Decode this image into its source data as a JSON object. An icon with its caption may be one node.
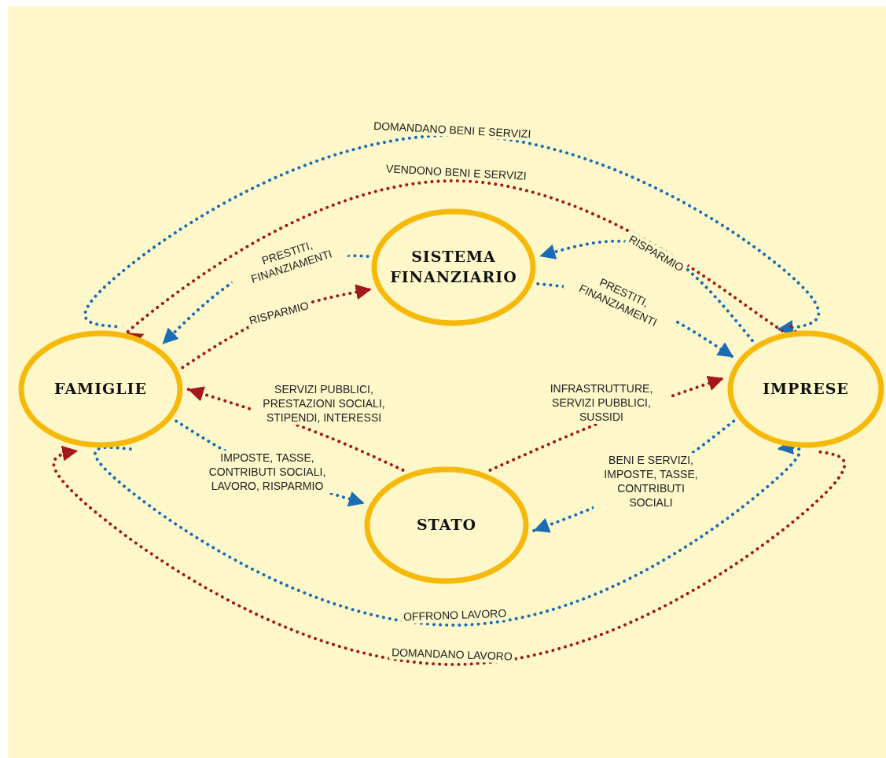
{
  "diagram": {
    "nodes": [
      {
        "text": [
          "SISTEMA FINANZIARIO"
        ]
      },
      {
        "text": [
          "FAMIGLIE"
        ]
      },
      {
        "text": [
          "IMPRESE"
        ]
      },
      {
        "text": [
          "STATO"
        ]
      }
    ],
    "edges": [
      {
        "from": 1,
        "to": 2,
        "arrow": "to",
        "style": "dashed",
        "color": "#1a6db5",
        "label": "DOMANDANO BENI E SERVIZI"
      },
      {
        "from": 2,
        "to": 1,
        "arrow": "to",
        "style": "dashed",
        "color": "#a3191b",
        "label": "VENDONO BENI E SERVIZI"
      },
      {
        "from": 0,
        "to": 1,
        "arrow": "to",
        "style": "dashed",
        "color": "#1a6db5",
        "label": "PRESTITI, FINANZIAMENTI"
      },
      {
        "from": 1,
        "to": 0,
        "arrow": "to",
        "style": "dashed",
        "color": "#a3191b",
        "label": "RISPARMIO"
      },
      {
        "from": 2,
        "to": 0,
        "arrow": "to",
        "style": "dashed",
        "color": "#1a6db5",
        "label": "RISPARMIO"
      },
      {
        "from": 0,
        "to": 2,
        "arrow": "to",
        "style": "dashed",
        "color": "#1a6db5",
        "label": "PRESTITI, FINANZIAMENTI"
      },
      {
        "from": 3,
        "to": 1,
        "arrow": "to",
        "style": "dashed",
        "color": "#a3191b",
        "label": "SERVIZI PUBBLICI, PRESTAZIONI SOCIALI, STIPENDI, INTERESSI"
      },
      {
        "from": 1,
        "to": 3,
        "arrow": "to",
        "style": "dashed",
        "color": "#1a6db5",
        "label": "IMPOSTE, TASSE, CONTRIBUTI SOCIALI, LAVORO, RISPARMIO"
      },
      {
        "from": 3,
        "to": 2,
        "arrow": "to",
        "style": "dashed",
        "color": "#a3191b",
        "label": "INFRASTRUTTURE, SERVIZI PUBBLICI, SUSSIDI"
      },
      {
        "from": 2,
        "to": 3,
        "arrow": "to",
        "style": "dashed",
        "color": "#1a6db5",
        "label": "BENI E SERVIZI, IMPOSTE, TASSE, CONTRIBUTI SOCIALI"
      },
      {
        "from": 1,
        "to": 2,
        "arrow": "to",
        "style": "dashed",
        "color": "#1a6db5",
        "label": "OFFRONO LAVORO"
      },
      {
        "from": 2,
        "to": 1,
        "arrow": "to",
        "style": "dashed",
        "color": "#a3191b",
        "label": "DOMANDANO LAVORO"
      }
    ]
  }
}
